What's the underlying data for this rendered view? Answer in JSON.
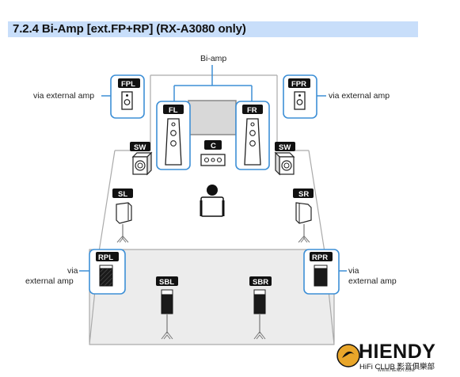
{
  "header": {
    "title": "7.2.4 Bi-Amp [ext.FP+RP] (RX-A3080 only)"
  },
  "diagram": {
    "biamp_label": "Bi-amp",
    "via_external_amp_left": "via external amp",
    "via_external_amp_right": "via external amp",
    "via_left_top": "via",
    "external_amp_left": "external amp",
    "via_right_top": "via",
    "external_amp_right": "external amp",
    "speakers": {
      "FPL": "FPL",
      "FPR": "FPR",
      "FL": "FL",
      "FR": "FR",
      "C": "C",
      "SW_left": "SW",
      "SW_right": "SW",
      "SL": "SL",
      "SR": "SR",
      "RPL": "RPL",
      "RPR": "RPR",
      "SBL": "SBL",
      "SBR": "SBR"
    },
    "colors": {
      "highlight": "#3d8fd6",
      "tag_bg": "#111111",
      "floor": "#ececec",
      "room_line": "#999999"
    }
  },
  "watermark": {
    "brand": "HIENDY",
    "subtitle": "HiFi CLUB 影音俱樂部",
    "site": "WWW.HIENDY.COM"
  }
}
